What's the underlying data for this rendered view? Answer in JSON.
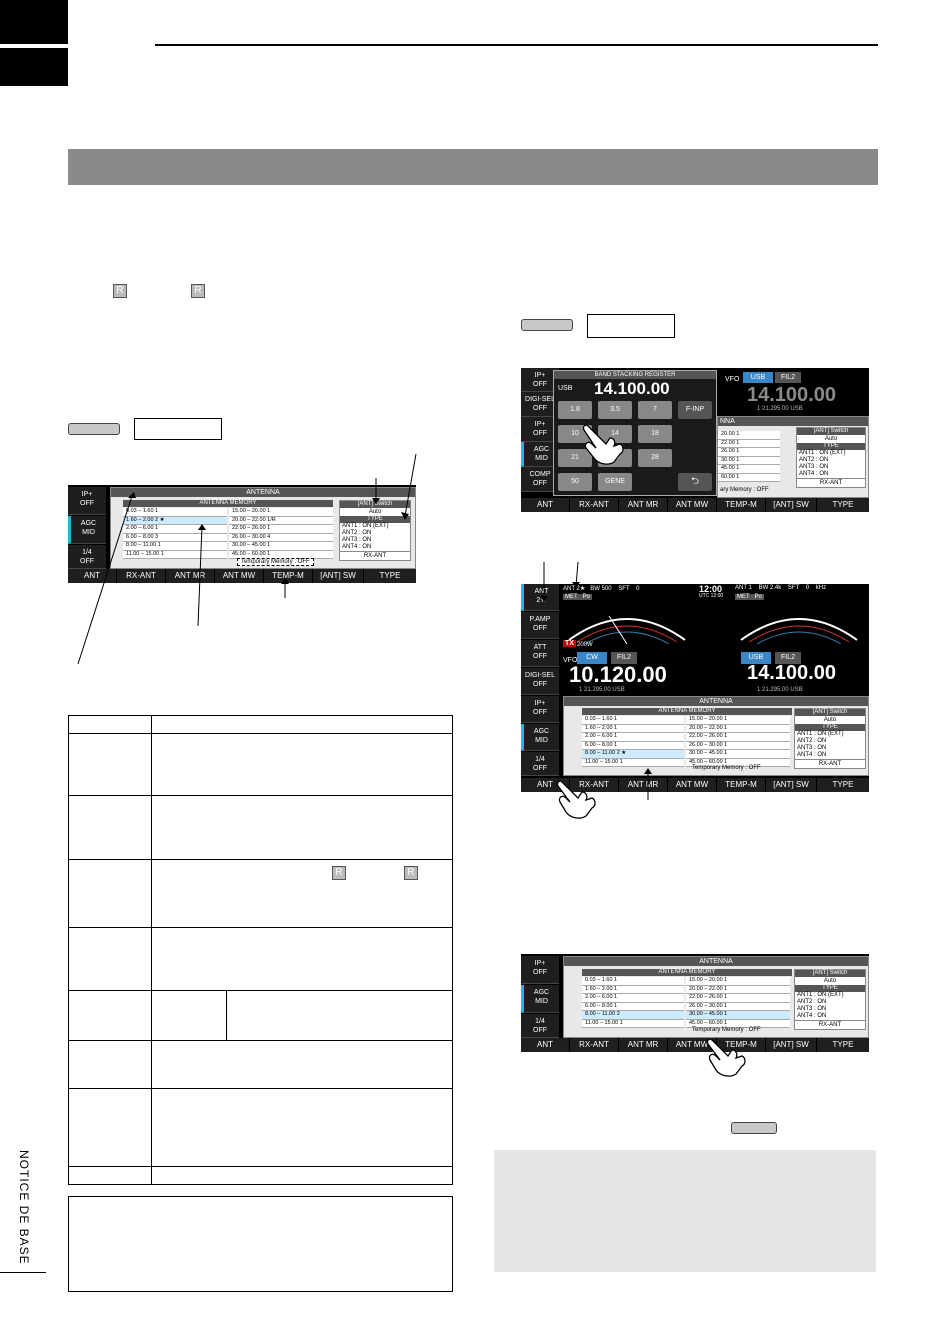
{
  "sidebar": {
    "label": "NOTICE DE BASE"
  },
  "screen1": {
    "side": [
      {
        "l1": "IP+",
        "l2": "OFF"
      },
      {
        "l1": "AGC",
        "l2": "MID"
      },
      {
        "l1": "1/4",
        "l2": "OFF"
      }
    ],
    "antenna_title": "ANTENNA",
    "memory_title": "ANTENNA MEMORY",
    "left_rows": [
      "0.03  –   1.60   1",
      "1.60  –   2.00   2 ★",
      "2.00  –   6.00   1",
      "6.00  –   8.00   3",
      "8.00  –  11.00   1",
      "11.00  –  15.00   1"
    ],
    "right_rows": [
      "15.00  –  20.00   1",
      "20.00  –  22.00   1/R",
      "22.00  –  26.00   1",
      "26.00  –  30.00   4",
      "30.00  –  45.00   1",
      "45.00  –  60.00   1"
    ],
    "switch_title": "[ANT] Switch",
    "switch_value": "Auto",
    "type_title": "TYPE",
    "type_rows": [
      "ANT1 : ON (EXT)",
      "ANT2 : ON",
      "ANT3 : ON",
      "ANT4 : ON"
    ],
    "rx_ant": "RX-ANT",
    "temp_memory": "Temporary Memory :   OFF",
    "bottom": [
      "ANT",
      "RX-ANT",
      "ANT MR",
      "ANT MW",
      "TEMP-M",
      "[ANT] SW",
      "TYPE"
    ]
  },
  "screen2": {
    "side": [
      {
        "l1": "IP+",
        "l2": "OFF"
      },
      {
        "l1": "DIGI-SEL",
        "l2": "OFF"
      },
      {
        "l1": "IP+",
        "l2": "OFF"
      },
      {
        "l1": "AGC",
        "l2": "MID"
      },
      {
        "l1": "COMP",
        "l2": "OFF"
      }
    ],
    "bsr_title": "BAND STACKING REGISTER",
    "mode": "USB",
    "freq": "14.100.00",
    "keys": [
      "1.8",
      "3.5",
      "7",
      "F-INP",
      "10",
      "14",
      "18",
      "",
      "21",
      "24",
      "28",
      "",
      "50",
      "GENE",
      "",
      "⮌"
    ],
    "vfo": "VFO",
    "usb": "USB",
    "fil": "FIL2",
    "freq_right": "14.100.00",
    "sub_freq": "1  21.295.00  USB",
    "ant_title": "NNA",
    "rows": [
      "20.00   1",
      "22.00   1",
      "26.00   1",
      "30.00   1",
      "45.00   1",
      "60.00   1"
    ],
    "switch_title": "[ANT] Switch",
    "switch_value": "Auto",
    "type_title": "TYPE",
    "type_rows": [
      "ANT1 : ON (EXT)",
      "ANT2 : ON",
      "ANT3 : ON",
      "ANT4 : ON"
    ],
    "rx_ant": "RX-ANT",
    "temp_memory": "ary Memory :   OFF",
    "bottom": [
      "ANT",
      "RX-ANT",
      "ANT MR",
      "ANT MW",
      "TEMP-M",
      "[ANT] SW",
      "TYPE"
    ]
  },
  "screen3": {
    "side": [
      {
        "l1": "ANT",
        "l2": "2★"
      },
      {
        "l1": "P.AMP",
        "l2": "OFF"
      },
      {
        "l1": "ATT",
        "l2": "OFF"
      },
      {
        "l1": "DIGI-SEL",
        "l2": "OFF"
      },
      {
        "l1": "IP+",
        "l2": "OFF"
      },
      {
        "l1": "AGC",
        "l2": "MID"
      },
      {
        "l1": "1/4",
        "l2": "OFF"
      }
    ],
    "top_left": "ANT 2★   BW 500    SFT    0",
    "time": "12:00",
    "utc": "UTC 12:00",
    "top_right": "ANT 1    BW 2.4k    SFT    0    kHz",
    "met": "MET   Po",
    "met2": "MET   Po",
    "tx": "TX",
    "power": "200W",
    "vfo": "VFO",
    "cw": "CW",
    "fil_left": "FIL2",
    "freq_left": "10.120.00",
    "sub_left": "1  21.295.00  USB",
    "usb": "USB",
    "fil_right": "FIL2",
    "freq_right": "14.100.00",
    "sub_right": "1  21.295.00  USB",
    "antenna_title": "ANTENNA",
    "memory_title": "ANTENNA MEMORY",
    "left_rows": [
      "0.03  –   1.60   1",
      "1.60  –   2.00   1",
      "2.00  –   6.00   1",
      "6.00  –   8.00   1",
      "8.00  –  11.00   2 ★",
      "11.00  –  15.00   1"
    ],
    "right_rows": [
      "15.00  –  20.00   1",
      "20.00  –  22.00   1",
      "22.00  –  26.00   1",
      "26.00  –  30.00   1",
      "30.00  –  45.00   1",
      "45.00  –  60.00   1"
    ],
    "switch_title": "[ANT] Switch",
    "switch_value": "Auto",
    "type_title": "TYPE",
    "type_rows": [
      "ANT1 : ON (EXT)",
      "ANT2 : ON",
      "ANT3 : ON",
      "ANT4 : ON"
    ],
    "rx_ant": "RX-ANT",
    "temp_memory": "Temporary Memory :   OFF",
    "bottom": [
      "ANT",
      "RX-ANT",
      "ANT MR",
      "ANT MW",
      "TEMP-M",
      "[ANT] SW",
      "TYPE"
    ]
  },
  "screen4": {
    "side": [
      {
        "l1": "IP+",
        "l2": "OFF"
      },
      {
        "l1": "AGC",
        "l2": "MID"
      },
      {
        "l1": "1/4",
        "l2": "OFF"
      }
    ],
    "antenna_title": "ANTENNA",
    "memory_title": "ANTENNA MEMORY",
    "left_rows": [
      "0.03  –   1.60   1",
      "1.60  –   2.00   1",
      "2.00  –   6.00   1",
      "6.00  –   8.00   1",
      "8.00  –  11.00   2",
      "11.00  –  15.00   1"
    ],
    "right_rows": [
      "15.00  –  20.00   1",
      "20.00  –  22.00   1",
      "22.00  –  26.00   1",
      "26.00  –  30.00   1",
      "30.00  –  45.00   1",
      "45.00  –  60.00   1"
    ],
    "switch_title": "[ANT] Switch",
    "switch_value": "Auto",
    "type_title": "TYPE",
    "type_rows": [
      "ANT1 : ON (EXT)",
      "ANT2 : ON",
      "ANT3 : ON",
      "ANT4 : ON"
    ],
    "rx_ant": "RX-ANT",
    "temp_memory": "Temporary Memory :   OFF",
    "bottom": [
      "ANT",
      "RX-ANT",
      "ANT MR",
      "ANT MW",
      "TEMP-M",
      "[ANT] SW",
      "TYPE"
    ]
  },
  "icons": {
    "r_key": "R",
    "hand": "hand-pointer-icon"
  }
}
